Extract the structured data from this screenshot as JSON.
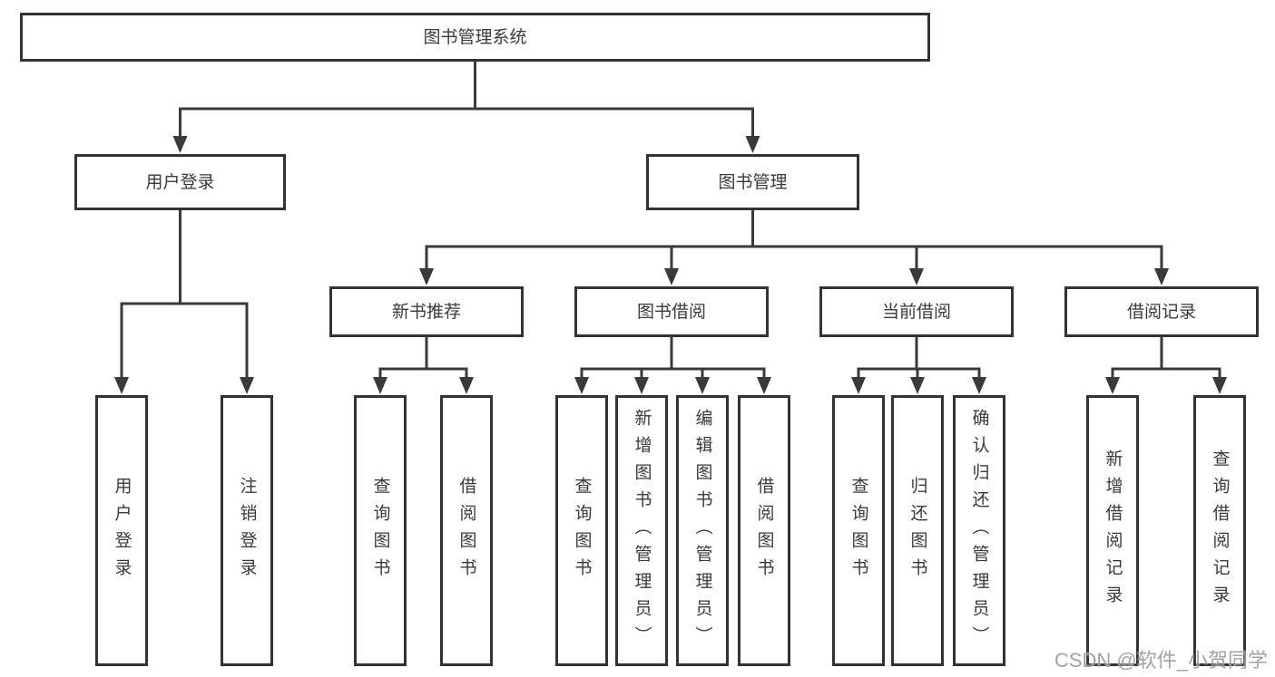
{
  "diagram": {
    "root": {
      "label": "图书管理系统",
      "children": [
        {
          "label": "用户登录",
          "children": [
            {
              "label": "用户登录"
            },
            {
              "label": "注销登录"
            }
          ]
        },
        {
          "label": "图书管理",
          "children": [
            {
              "label": "新书推荐",
              "children": [
                {
                  "label": "查询图书"
                },
                {
                  "label": "借阅图书"
                }
              ]
            },
            {
              "label": "图书借阅",
              "children": [
                {
                  "label": "查询图书"
                },
                {
                  "label": "新增图书（管理员）"
                },
                {
                  "label": "编辑图书（管理员）"
                },
                {
                  "label": "借阅图书"
                }
              ]
            },
            {
              "label": "当前借阅",
              "children": [
                {
                  "label": "查询图书"
                },
                {
                  "label": "归还图书"
                },
                {
                  "label": "确认归还（管理员）"
                }
              ]
            },
            {
              "label": "借阅记录",
              "children": [
                {
                  "label": "新增借阅记录"
                },
                {
                  "label": "查询借阅记录"
                }
              ]
            }
          ]
        }
      ]
    }
  },
  "watermark": {
    "text": "CSDN @软件_小贺同学"
  },
  "colors": {
    "line": "#3a3a3a",
    "box_border": "#333333",
    "box_fill": "#ffffff",
    "text": "#3a3a3a",
    "watermark": "#9b9b9b",
    "background": "#ffffff"
  }
}
